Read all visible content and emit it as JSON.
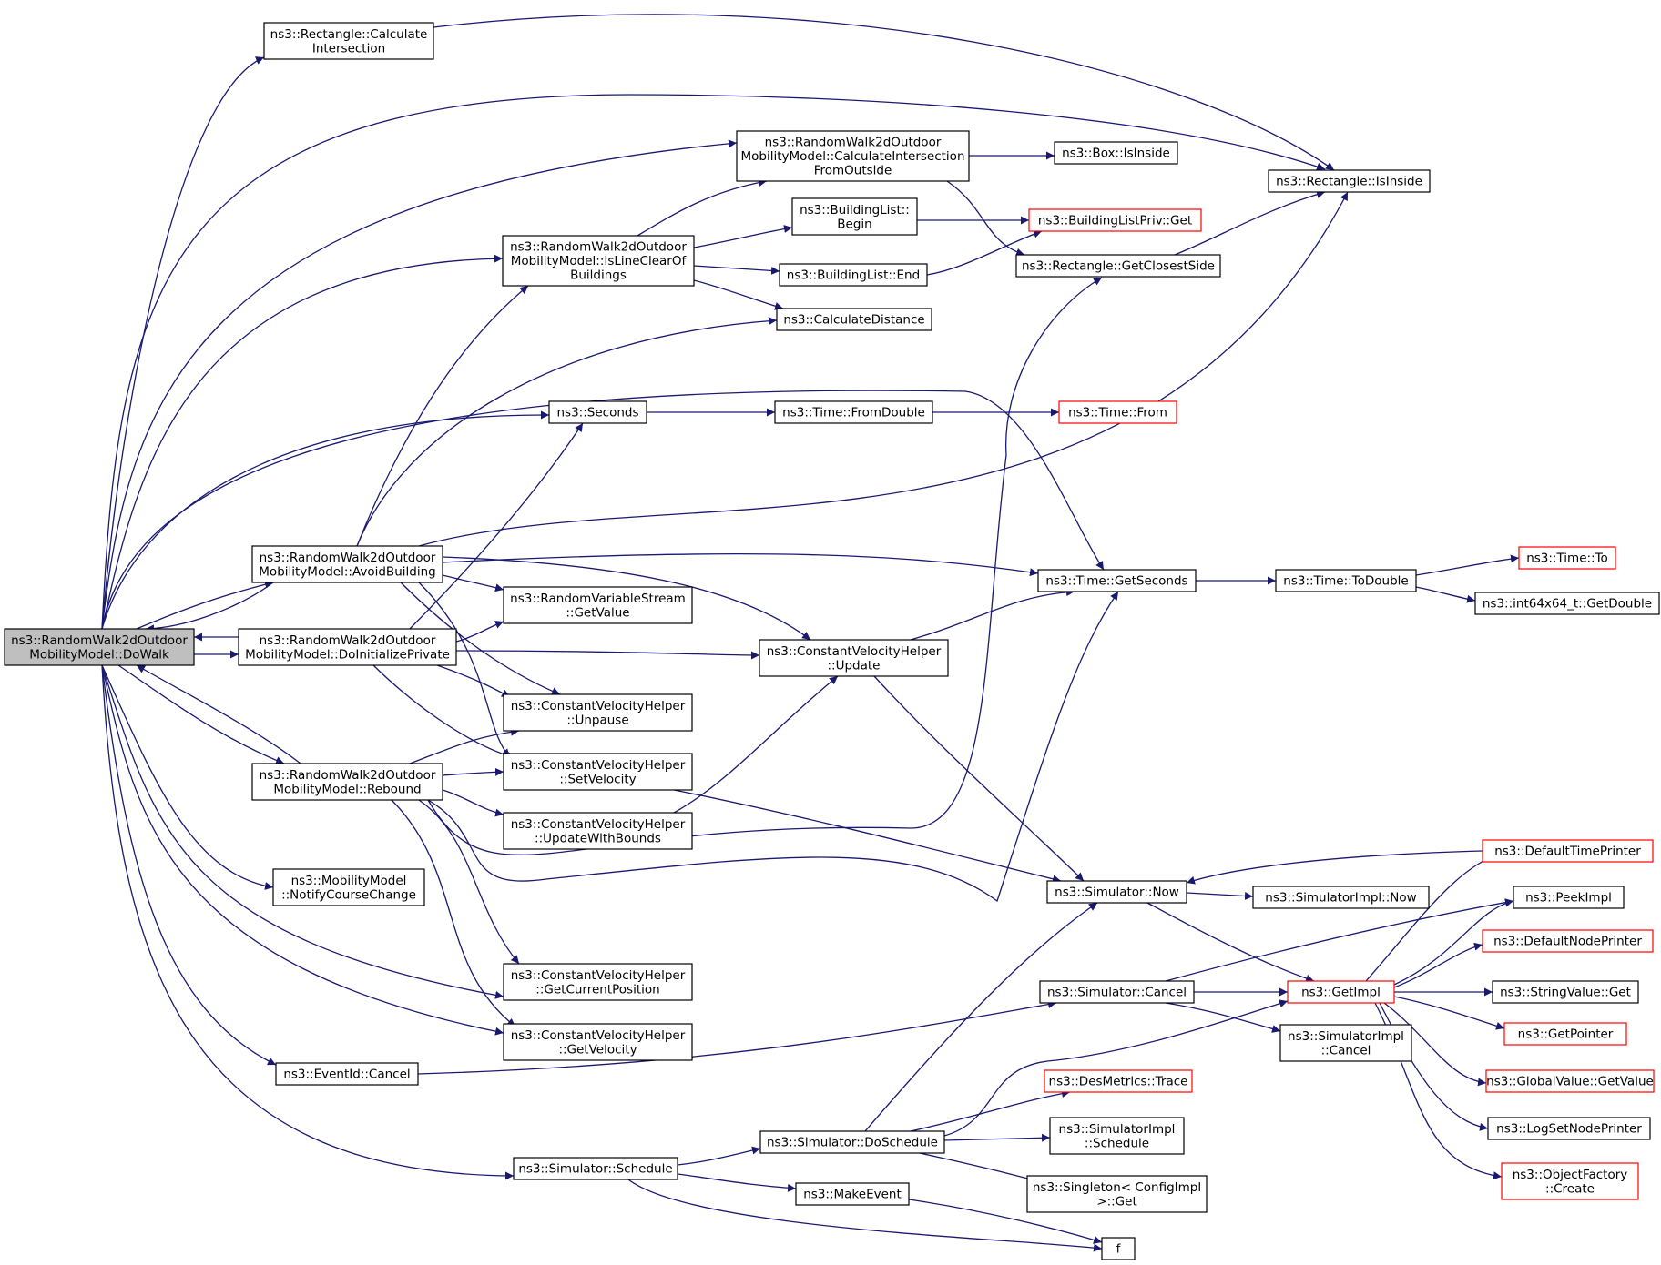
{
  "graph": {
    "nodes": [
      {
        "id": "dowalk",
        "lines": [
          "ns3::RandomWalk2dOutdoor",
          "MobilityModel::DoWalk"
        ],
        "kind": "root"
      },
      {
        "id": "rect_ci",
        "lines": [
          "ns3::Rectangle::Calculate",
          "Intersection"
        ],
        "kind": "normal"
      },
      {
        "id": "rw_cifo",
        "lines": [
          "ns3::RandomWalk2dOutdoor",
          "MobilityModel::CalculateIntersection",
          "FromOutside"
        ],
        "kind": "normal"
      },
      {
        "id": "box_inside",
        "lines": [
          "ns3::Box::IsInside"
        ],
        "kind": "normal"
      },
      {
        "id": "rect_inside",
        "lines": [
          "ns3::Rectangle::IsInside"
        ],
        "kind": "normal"
      },
      {
        "id": "bl_begin",
        "lines": [
          "ns3::BuildingList::",
          "Begin"
        ],
        "kind": "normal"
      },
      {
        "id": "blp_get",
        "lines": [
          "ns3::BuildingListPriv::Get"
        ],
        "kind": "truncated"
      },
      {
        "id": "rw_lineclear",
        "lines": [
          "ns3::RandomWalk2dOutdoor",
          "MobilityModel::IsLineClearOf",
          "Buildings"
        ],
        "kind": "normal"
      },
      {
        "id": "bl_end",
        "lines": [
          "ns3::BuildingList::End"
        ],
        "kind": "normal"
      },
      {
        "id": "rect_closest",
        "lines": [
          "ns3::Rectangle::GetClosestSide"
        ],
        "kind": "normal"
      },
      {
        "id": "calcdist",
        "lines": [
          "ns3::CalculateDistance"
        ],
        "kind": "normal"
      },
      {
        "id": "seconds",
        "lines": [
          "ns3::Seconds"
        ],
        "kind": "normal"
      },
      {
        "id": "fromdouble",
        "lines": [
          "ns3::Time::FromDouble"
        ],
        "kind": "normal"
      },
      {
        "id": "time_from",
        "lines": [
          "ns3::Time::From"
        ],
        "kind": "truncated"
      },
      {
        "id": "avoid",
        "lines": [
          "ns3::RandomWalk2dOutdoor",
          "MobilityModel::AvoidBuilding"
        ],
        "kind": "normal"
      },
      {
        "id": "getseconds",
        "lines": [
          "ns3::Time::GetSeconds"
        ],
        "kind": "normal"
      },
      {
        "id": "todouble",
        "lines": [
          "ns3::Time::ToDouble"
        ],
        "kind": "normal"
      },
      {
        "id": "time_to",
        "lines": [
          "ns3::Time::To"
        ],
        "kind": "truncated"
      },
      {
        "id": "getdouble",
        "lines": [
          "ns3::int64x64_t::GetDouble"
        ],
        "kind": "normal"
      },
      {
        "id": "rvs_get",
        "lines": [
          "ns3::RandomVariableStream",
          "::GetValue"
        ],
        "kind": "normal"
      },
      {
        "id": "doinit",
        "lines": [
          "ns3::RandomWalk2dOutdoor",
          "MobilityModel::DoInitializePrivate"
        ],
        "kind": "normal"
      },
      {
        "id": "cvh_update",
        "lines": [
          "ns3::ConstantVelocityHelper",
          "::Update"
        ],
        "kind": "normal"
      },
      {
        "id": "cvh_unpause",
        "lines": [
          "ns3::ConstantVelocityHelper",
          "::Unpause"
        ],
        "kind": "normal"
      },
      {
        "id": "rebound",
        "lines": [
          "ns3::RandomWalk2dOutdoor",
          "MobilityModel::Rebound"
        ],
        "kind": "normal"
      },
      {
        "id": "cvh_setvel",
        "lines": [
          "ns3::ConstantVelocityHelper",
          "::SetVelocity"
        ],
        "kind": "normal"
      },
      {
        "id": "cvh_uwb",
        "lines": [
          "ns3::ConstantVelocityHelper",
          "::UpdateWithBounds"
        ],
        "kind": "normal"
      },
      {
        "id": "deftime",
        "lines": [
          "ns3::DefaultTimePrinter"
        ],
        "kind": "truncated"
      },
      {
        "id": "mm_notify",
        "lines": [
          "ns3::MobilityModel",
          "::NotifyCourseChange"
        ],
        "kind": "normal"
      },
      {
        "id": "sim_now",
        "lines": [
          "ns3::Simulator::Now"
        ],
        "kind": "normal"
      },
      {
        "id": "simimpl_now",
        "lines": [
          "ns3::SimulatorImpl::Now"
        ],
        "kind": "normal"
      },
      {
        "id": "peekimpl",
        "lines": [
          "ns3::PeekImpl"
        ],
        "kind": "normal"
      },
      {
        "id": "defnode",
        "lines": [
          "ns3::DefaultNodePrinter"
        ],
        "kind": "truncated"
      },
      {
        "id": "cvh_pos",
        "lines": [
          "ns3::ConstantVelocityHelper",
          "::GetCurrentPosition"
        ],
        "kind": "normal"
      },
      {
        "id": "sim_cancel",
        "lines": [
          "ns3::Simulator::Cancel"
        ],
        "kind": "normal"
      },
      {
        "id": "getimpl",
        "lines": [
          "ns3::GetImpl"
        ],
        "kind": "truncated"
      },
      {
        "id": "sv_get",
        "lines": [
          "ns3::StringValue::Get"
        ],
        "kind": "normal"
      },
      {
        "id": "simimpl_cancel",
        "lines": [
          "ns3::SimulatorImpl",
          "::Cancel"
        ],
        "kind": "normal"
      },
      {
        "id": "cvh_vel",
        "lines": [
          "ns3::ConstantVelocityHelper",
          "::GetVelocity"
        ],
        "kind": "normal"
      },
      {
        "id": "getpointer",
        "lines": [
          "ns3::GetPointer"
        ],
        "kind": "truncated"
      },
      {
        "id": "ev_cancel",
        "lines": [
          "ns3::EventId::Cancel"
        ],
        "kind": "normal"
      },
      {
        "id": "desm_trace",
        "lines": [
          "ns3::DesMetrics::Trace"
        ],
        "kind": "truncated"
      },
      {
        "id": "gv_get",
        "lines": [
          "ns3::GlobalValue::GetValue"
        ],
        "kind": "truncated"
      },
      {
        "id": "simimpl_sched",
        "lines": [
          "ns3::SimulatorImpl",
          "::Schedule"
        ],
        "kind": "normal"
      },
      {
        "id": "logset",
        "lines": [
          "ns3::LogSetNodePrinter"
        ],
        "kind": "normal"
      },
      {
        "id": "sim_dosched",
        "lines": [
          "ns3::Simulator::DoSchedule"
        ],
        "kind": "normal"
      },
      {
        "id": "sim_sched",
        "lines": [
          "ns3::Simulator::Schedule"
        ],
        "kind": "normal"
      },
      {
        "id": "of_create",
        "lines": [
          "ns3::ObjectFactory",
          "::Create"
        ],
        "kind": "truncated"
      },
      {
        "id": "makeevent",
        "lines": [
          "ns3::MakeEvent"
        ],
        "kind": "normal"
      },
      {
        "id": "singleton",
        "lines": [
          "ns3::Singleton< ConfigImpl",
          ">::Get"
        ],
        "kind": "normal"
      },
      {
        "id": "f",
        "lines": [
          "f"
        ],
        "kind": "normal"
      }
    ]
  }
}
